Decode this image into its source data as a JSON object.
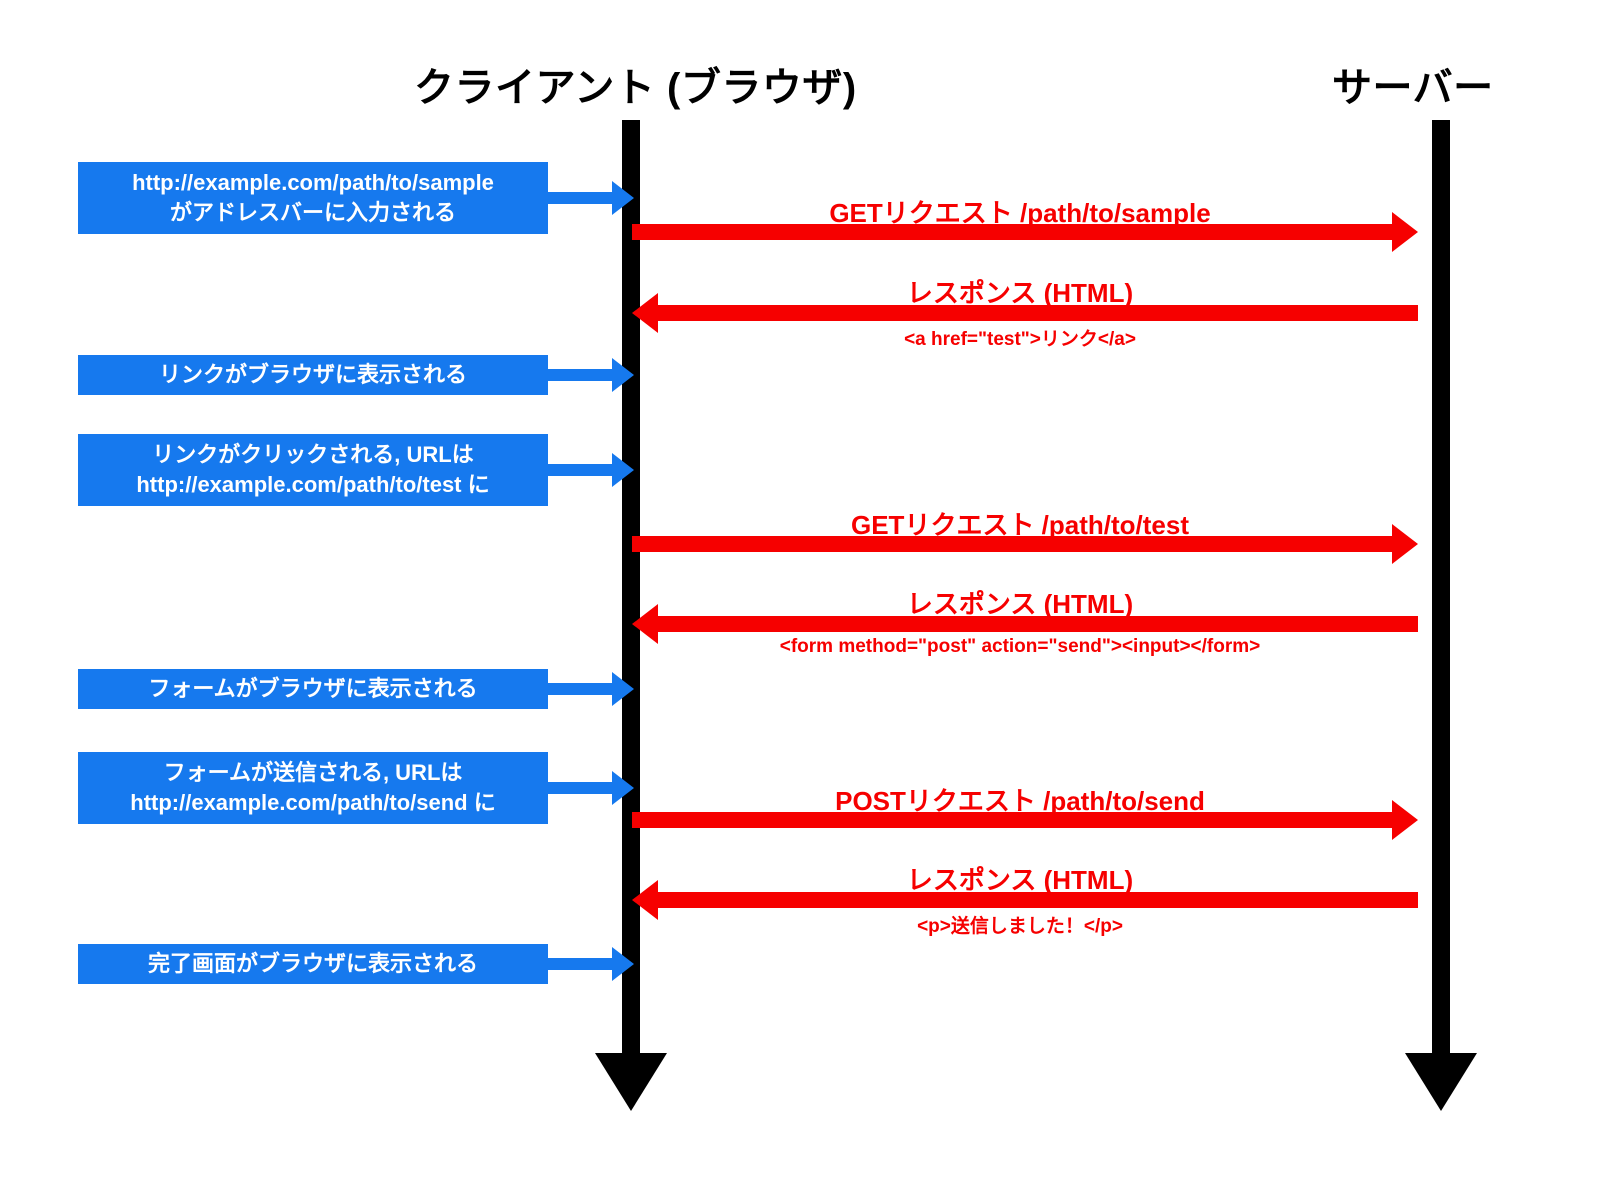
{
  "diagram": {
    "title_client": "クライアント (ブラウザ)",
    "title_server": "サーバー",
    "colors": {
      "lifeline": "#000000",
      "note_fill": "#1679EE",
      "note_text": "#FFFFFF",
      "message": "#F60000",
      "background": "#FFFFFF"
    }
  },
  "notes": [
    {
      "line1": "http://example.com/path/to/sample",
      "line2": "がアドレスバーに入力される"
    },
    {
      "line1": "リンクがブラウザに表示される",
      "line2": ""
    },
    {
      "line1": "リンクがクリックされる, URLは",
      "line2": "http://example.com/path/to/test に"
    },
    {
      "line1": "フォームがブラウザに表示される",
      "line2": ""
    },
    {
      "line1": "フォームが送信される, URLは",
      "line2": "http://example.com/path/to/send に"
    },
    {
      "line1": "完了画面がブラウザに表示される",
      "line2": ""
    }
  ],
  "messages": [
    {
      "label": "GETリクエスト /path/to/sample",
      "snippet": "",
      "direction": "client-to-server"
    },
    {
      "label": "レスポンス (HTML)",
      "snippet": "<a href=\"test\">リンク</a>",
      "direction": "server-to-client"
    },
    {
      "label": "GETリクエスト /path/to/test",
      "snippet": "",
      "direction": "client-to-server"
    },
    {
      "label": "レスポンス (HTML)",
      "snippet": "<form method=\"post\" action=\"send\"><input></form>",
      "direction": "server-to-client"
    },
    {
      "label": "POSTリクエスト /path/to/send",
      "snippet": "",
      "direction": "client-to-server"
    },
    {
      "label": "レスポンス (HTML)",
      "snippet": "<p>送信しました！</p>",
      "direction": "server-to-client"
    }
  ]
}
